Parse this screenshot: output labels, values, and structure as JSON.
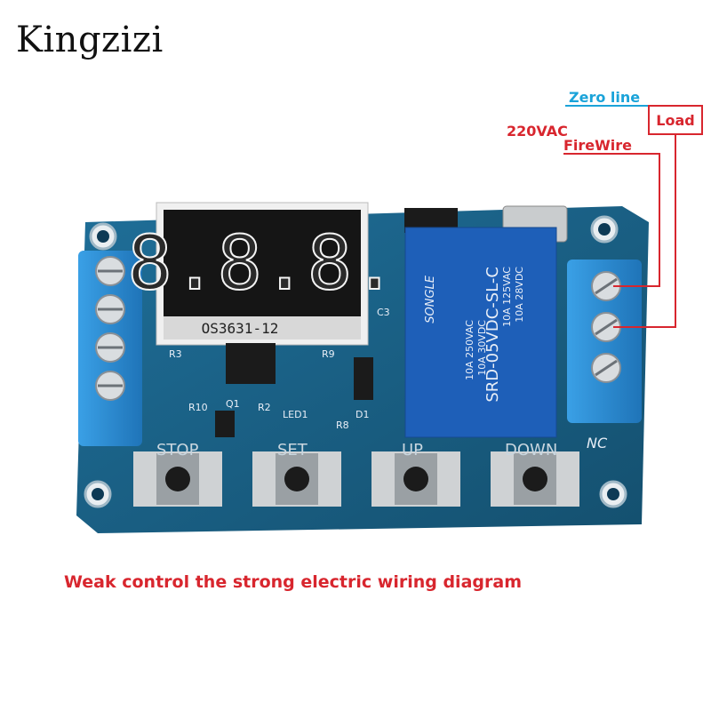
{
  "brand": "Kingzizi",
  "labels": {
    "zero_line": "Zero line",
    "voltage": "220VAC",
    "firewire": "FireWire",
    "load": "Load"
  },
  "caption": "Weak control the strong electric wiring diagram",
  "board": {
    "display_code": "OS3631-12",
    "display_digits": "8.8.8.",
    "relay_brand": "SONGLE",
    "relay_model": "SRD-05VDC-SL-C",
    "relay_ratings": [
      "10A 250VAC",
      "10A 30VDC",
      "10A 125VAC",
      "10A 28VDC"
    ],
    "buttons": [
      "STOP",
      "SET",
      "UP",
      "DOWN"
    ],
    "terminal_label": "NC",
    "components": [
      "R3",
      "R9",
      "R10",
      "Q1",
      "R2",
      "LED1",
      "R8",
      "D1",
      "C3"
    ]
  },
  "colors": {
    "pcb": "#1a5f86",
    "terminal": "#2b8fd6",
    "relay": "#1e5fb8",
    "wire_blue": "#1aa3d9",
    "wire_red": "#d8262e"
  }
}
